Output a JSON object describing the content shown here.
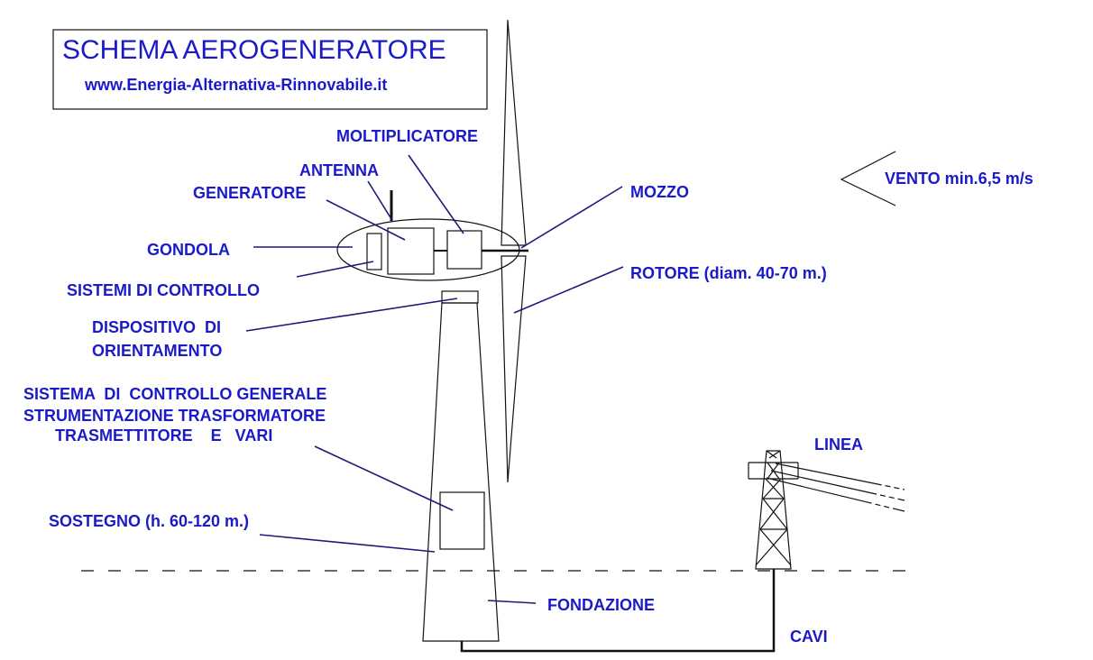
{
  "title": "SCHEMA AEROGENERATORE",
  "website": "www.Energia-Alternativa-Rinnovabile.it",
  "labels": {
    "moltiplicatore": "MOLTIPLICATORE",
    "antenna": "ANTENNA",
    "generatore": "GENERATORE",
    "mozzo": "MOZZO",
    "vento": "VENTO min.6,5 m/s",
    "gondola": "GONDOLA",
    "rotore": "ROTORE (diam. 40-70 m.)",
    "sistemi_controllo": "SISTEMI DI CONTROLLO",
    "dispositivo_line1": "DISPOSITIVO  DI",
    "dispositivo_line2": "ORIENTAMENTO",
    "sistema_generale_line1": "SISTEMA  DI  CONTROLLO GENERALE",
    "sistema_generale_line2": "STRUMENTAZIONE TRASFORMATORE",
    "sistema_generale_line3": "TRASMETTITORE    E   VARI",
    "linea": "LINEA",
    "sostegno": "SOSTEGNO (h. 60-120 m.)",
    "fondazione": "FONDAZIONE",
    "cavi": "CAVI"
  },
  "colors": {
    "label_text": "#1a1ac8",
    "drawing_ink": "#111111",
    "background": "#ffffff"
  }
}
